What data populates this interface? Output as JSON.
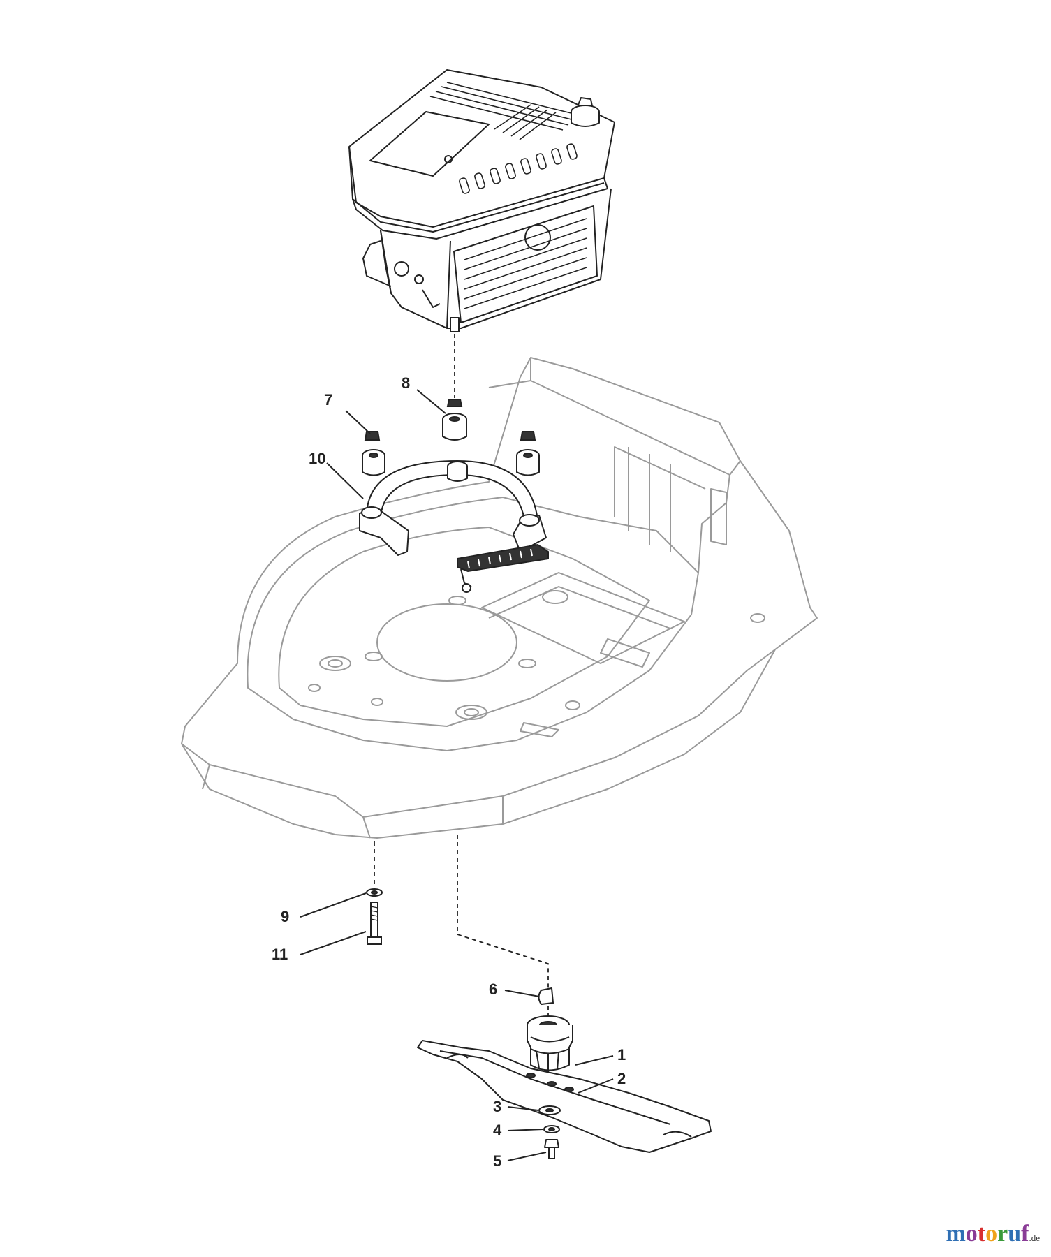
{
  "callouts": {
    "c1": "1",
    "c2": "2",
    "c3": "3",
    "c4": "4",
    "c5": "5",
    "c6": "6",
    "c7": "7",
    "c8": "8",
    "c9": "9",
    "c10": "10",
    "c11": "11"
  },
  "watermark": {
    "letters": [
      "m",
      "o",
      "t",
      "o",
      "r",
      "u",
      "f"
    ],
    "suffix": ".de"
  },
  "colors": {
    "line_dark": "#222222",
    "line_light": "#9a9a9a",
    "background": "#ffffff"
  }
}
